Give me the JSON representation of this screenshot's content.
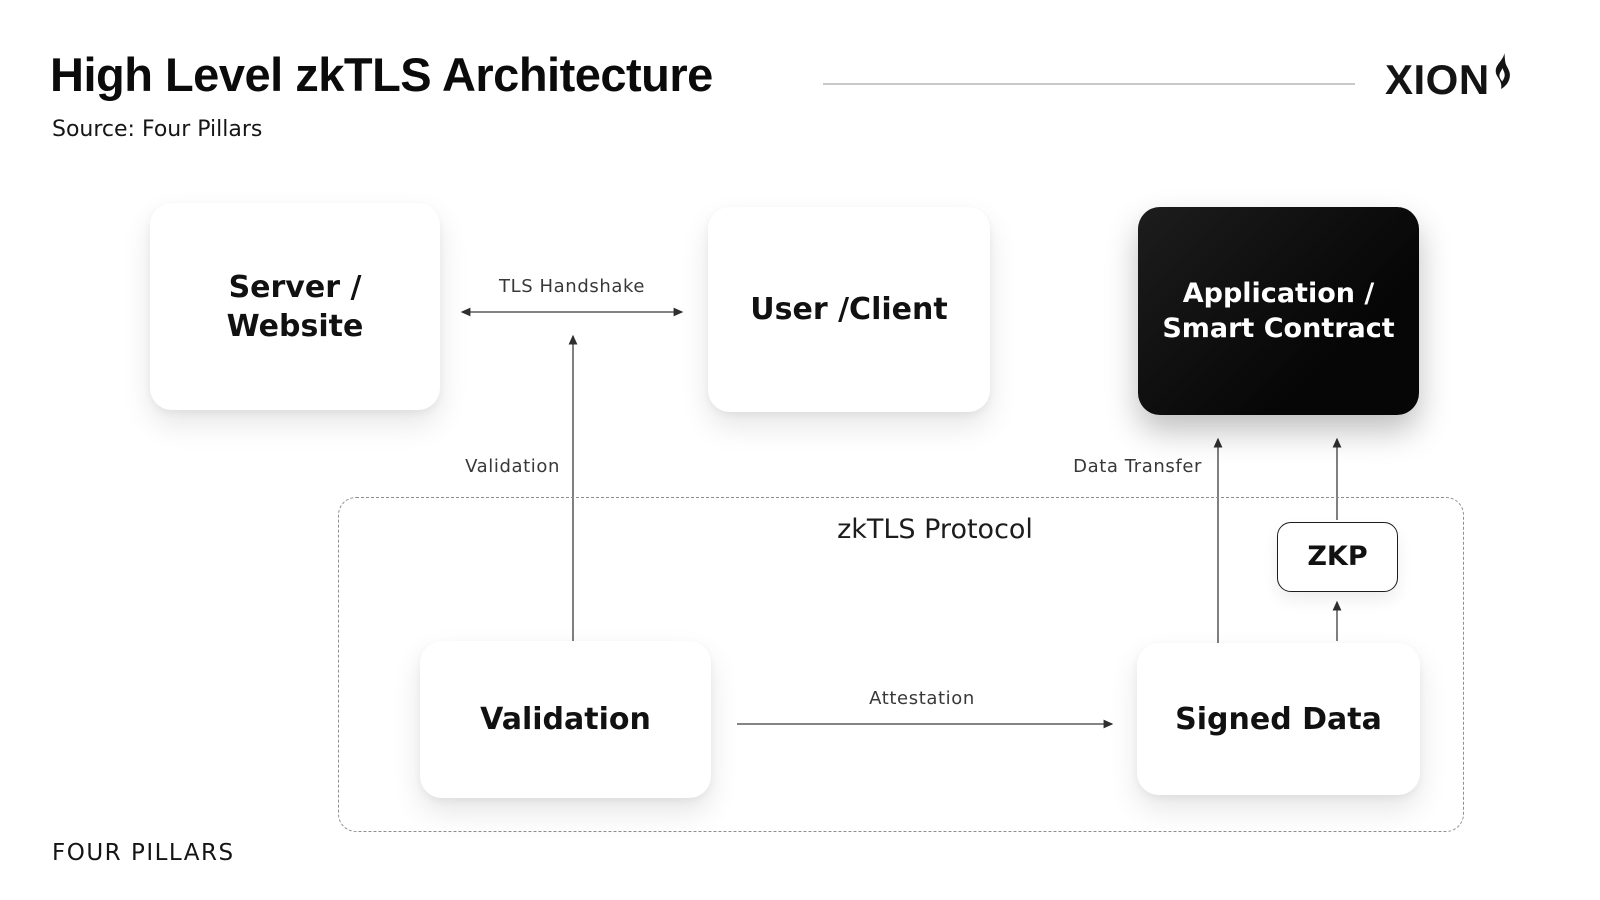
{
  "header": {
    "title": "High Level zkTLS Architecture",
    "source": "Source: Four Pillars",
    "brand": "XION"
  },
  "nodes": {
    "server": {
      "line1": "Server /",
      "line2": "Website"
    },
    "user": {
      "line1": "User /Client"
    },
    "application": {
      "line1": "Application /",
      "line2": "Smart Contract"
    },
    "validation": {
      "label": "Validation"
    },
    "signed_data": {
      "label": "Signed Data"
    },
    "zkp": {
      "label": "ZKP"
    }
  },
  "container": {
    "label": "zkTLS Protocol"
  },
  "edges": {
    "tls_handshake": "TLS Handshake",
    "validation": "Validation",
    "attestation": "Attestation",
    "data_transfer": "Data Transfer"
  },
  "footer": {
    "brand": "FOUR PILLARS"
  },
  "colors": {
    "background": "#ffffff",
    "dark_node": "#0b0b0b",
    "connector": "#3b3b3b",
    "dashed_border": "#8f8f8f"
  }
}
